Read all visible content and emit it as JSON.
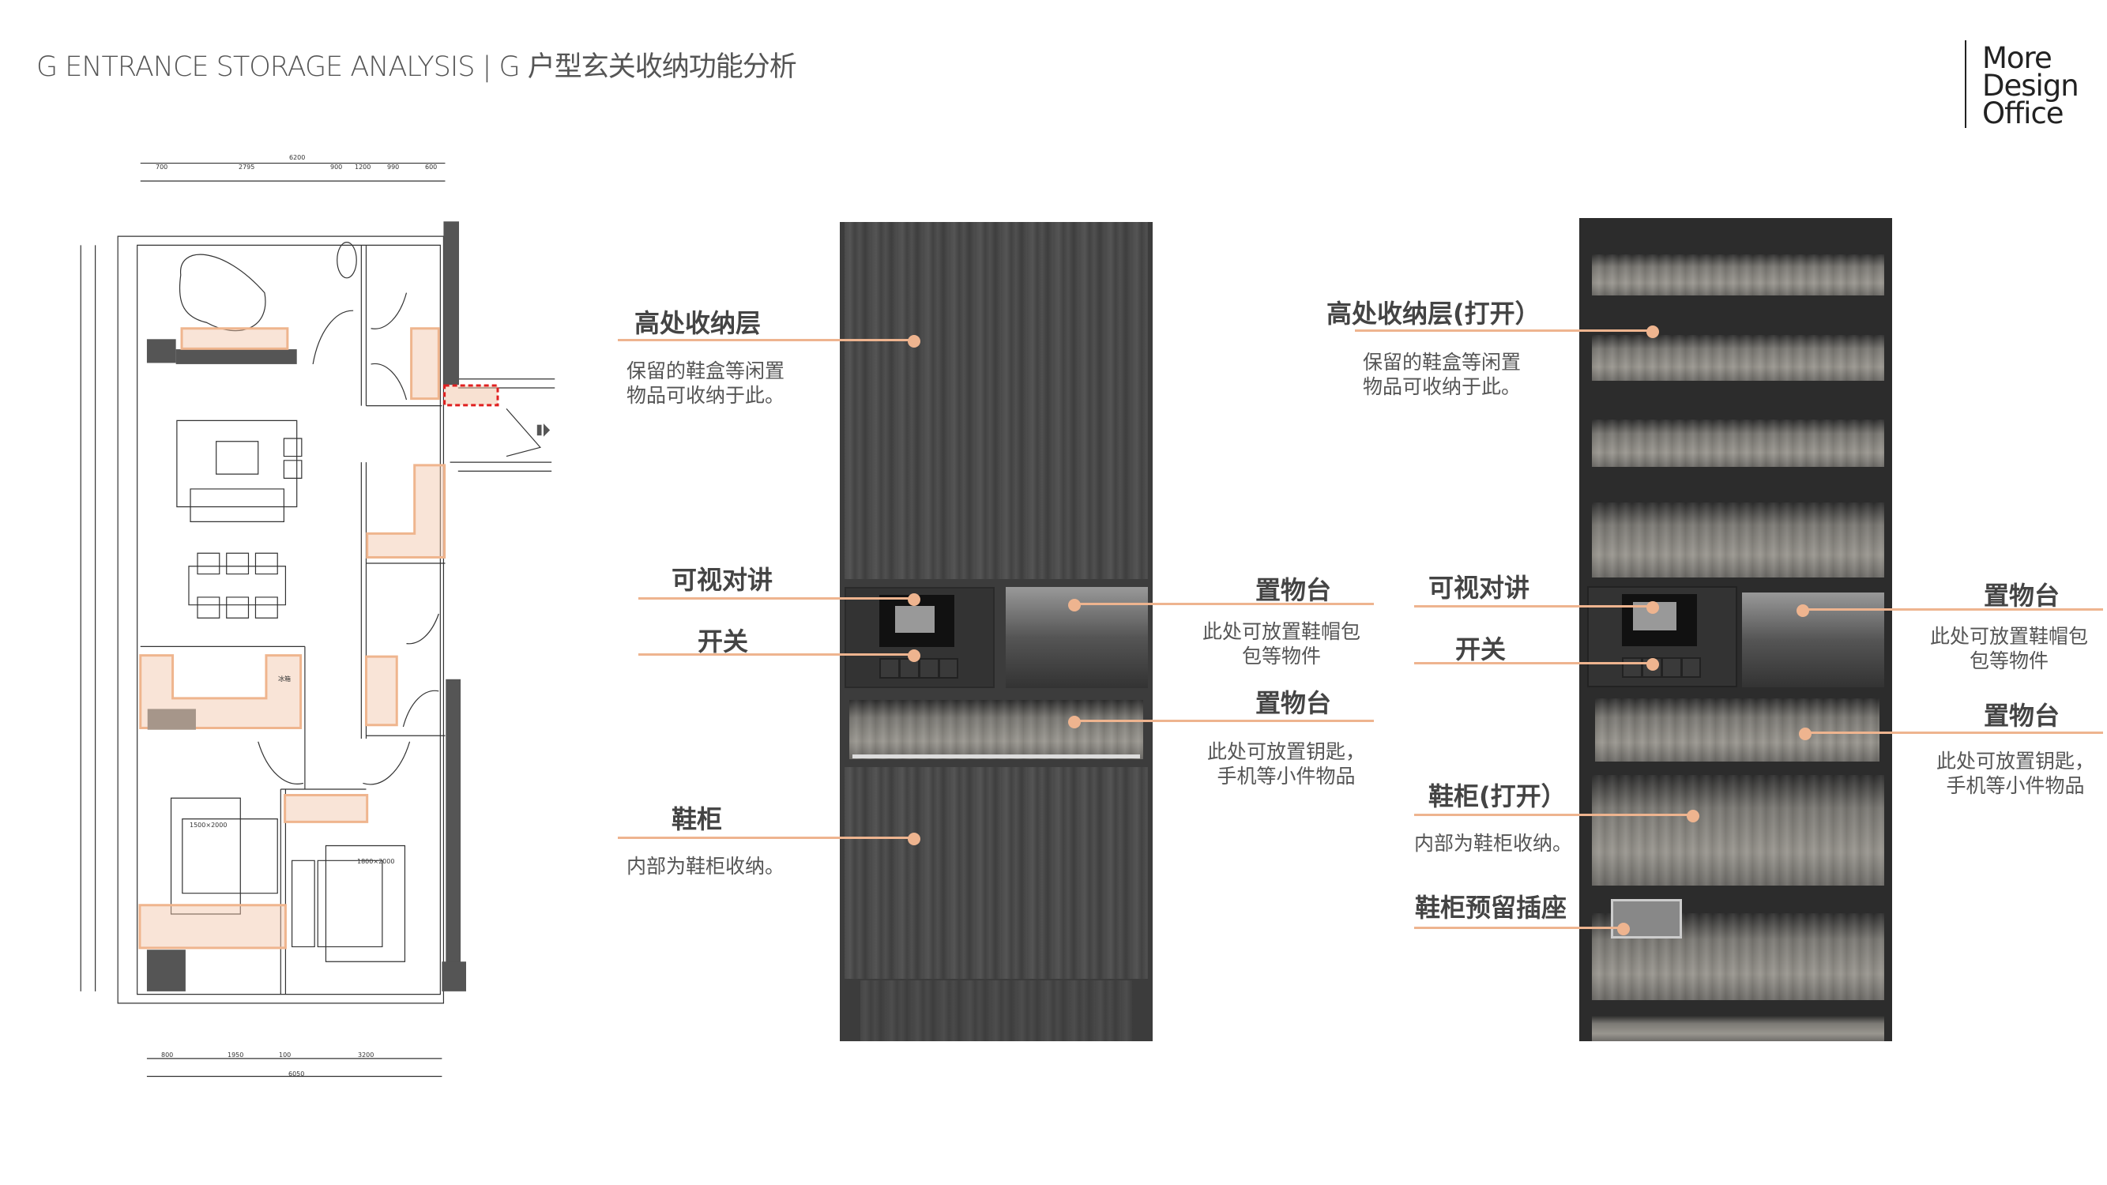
{
  "header": {
    "title": "G ENTRANCE STORAGE ANALYSIS | G 户型玄关收纳功能分析"
  },
  "logo": {
    "lines": [
      "More",
      "Design",
      "Office"
    ]
  },
  "floor_plan": {
    "top_dims": [
      "6200",
      "700",
      "2795",
      "900",
      "1200",
      "990",
      "600"
    ],
    "bottom_dims": [
      "800",
      "1950",
      "100",
      "3200",
      "6050"
    ],
    "room_labels": [
      "1500×2000",
      "1800×2000",
      "冰箱"
    ],
    "highlight_color": "#f2c4a6",
    "entrance_marker_color": "#e02020"
  },
  "cabinet_closed": {
    "labels": [
      {
        "title": "高处收纳层",
        "desc": [
          "保留的鞋盒等闲置",
          "物品可收纳于此。"
        ]
      },
      {
        "title": "可视对讲"
      },
      {
        "title": "开关"
      },
      {
        "title": "置物台",
        "desc": [
          "此处可放置鞋帽包",
          "包等物件"
        ]
      },
      {
        "title": "置物台",
        "desc": [
          "此处可放置钥匙，",
          "手机等小件物品"
        ]
      },
      {
        "title": "鞋柜",
        "desc": [
          "内部为鞋柜收纳。"
        ]
      }
    ]
  },
  "cabinet_open": {
    "labels": [
      {
        "title": "高处收纳层(打开）",
        "desc": [
          "保留的鞋盒等闲置",
          "物品可收纳于此。"
        ]
      },
      {
        "title": "可视对讲"
      },
      {
        "title": "开关"
      },
      {
        "title": "置物台",
        "desc": [
          "此处可放置鞋帽包",
          "包等物件"
        ]
      },
      {
        "title": "置物台",
        "desc": [
          "此处可放置钥匙，",
          "手机等小件物品"
        ]
      },
      {
        "title": "鞋柜(打开）",
        "desc": [
          "内部为鞋柜收纳。"
        ]
      },
      {
        "title": "鞋柜预留插座"
      }
    ]
  },
  "colors": {
    "accent": "#eeb48f",
    "cabinet": "#3c3c3c"
  }
}
